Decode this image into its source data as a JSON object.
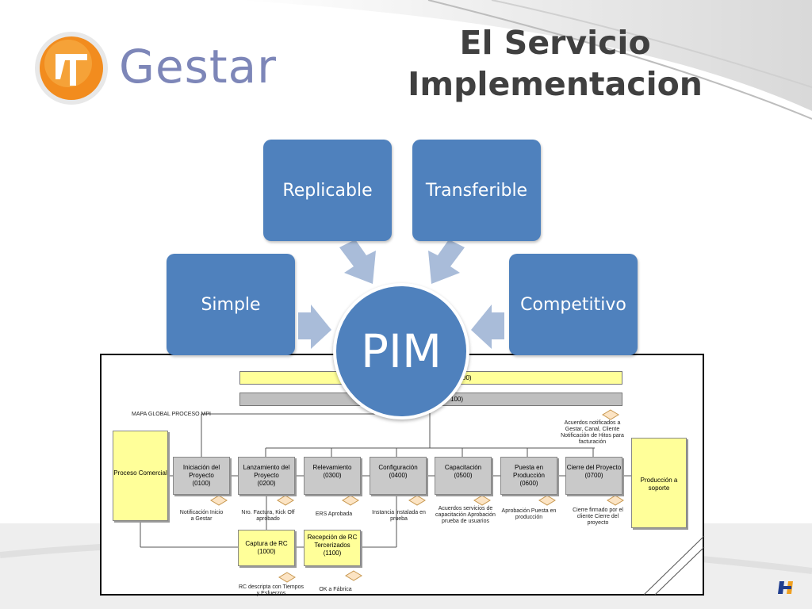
{
  "slide": {
    "title_line1": "El Servicio",
    "title_line2": "Implementacion",
    "logo_text": "Gestar"
  },
  "pillars": {
    "replicable": "Replicable",
    "transferible": "Transferible",
    "simple": "Simple",
    "competitivo": "Competitivo",
    "center": "PIM"
  },
  "process_map": {
    "map_title": "MAPA GLOBAL PROCESO MPI",
    "bar_yellow_suffix": "00)",
    "bar_gray_suffix": "100)",
    "proceso_comercial": "Proceso Comercial",
    "produccion_soporte": "Producción a soporte",
    "stages": [
      {
        "name": "Iniciación del Proyecto",
        "code": "(0100)"
      },
      {
        "name": "Lanzamiento del  Proyecto",
        "code": "(0200)"
      },
      {
        "name": "Relevamiento",
        "code": "(0300)"
      },
      {
        "name": "Configuración",
        "code": "(0400)"
      },
      {
        "name": "Capacitación",
        "code": "(0500)"
      },
      {
        "name": "Puesta en Producción",
        "code": "(0600)"
      },
      {
        "name": "Cierre del Proyecto",
        "code": "(0700)"
      }
    ],
    "notes": {
      "n1": "Notificación Inicio a Gestar",
      "n2": "Nro. Factura, Kick Off aprobado",
      "n3": "ERS Aprobada",
      "n4": "Instancia instalada en prueba",
      "n5": "Acuerdos servicios de capacitación Aprobación prueba de usuarios",
      "n6": "Aprobación Puesta en producción",
      "n7": "Cierre firmado por el cliente Cierre del proyecto",
      "top": "Acuerdos notificados a Gestar, Canal, Cliente Notificación de Hitos para facturación",
      "rc1": "RC descripta con Tiempos y Esfuerzos",
      "rc2": "OK a Fábrica"
    },
    "captura": {
      "name": "Captura de RC",
      "code": "(1000)"
    },
    "recepcion": {
      "name": "Recepción de RC Tercerizados",
      "code": "(1100)"
    }
  }
}
